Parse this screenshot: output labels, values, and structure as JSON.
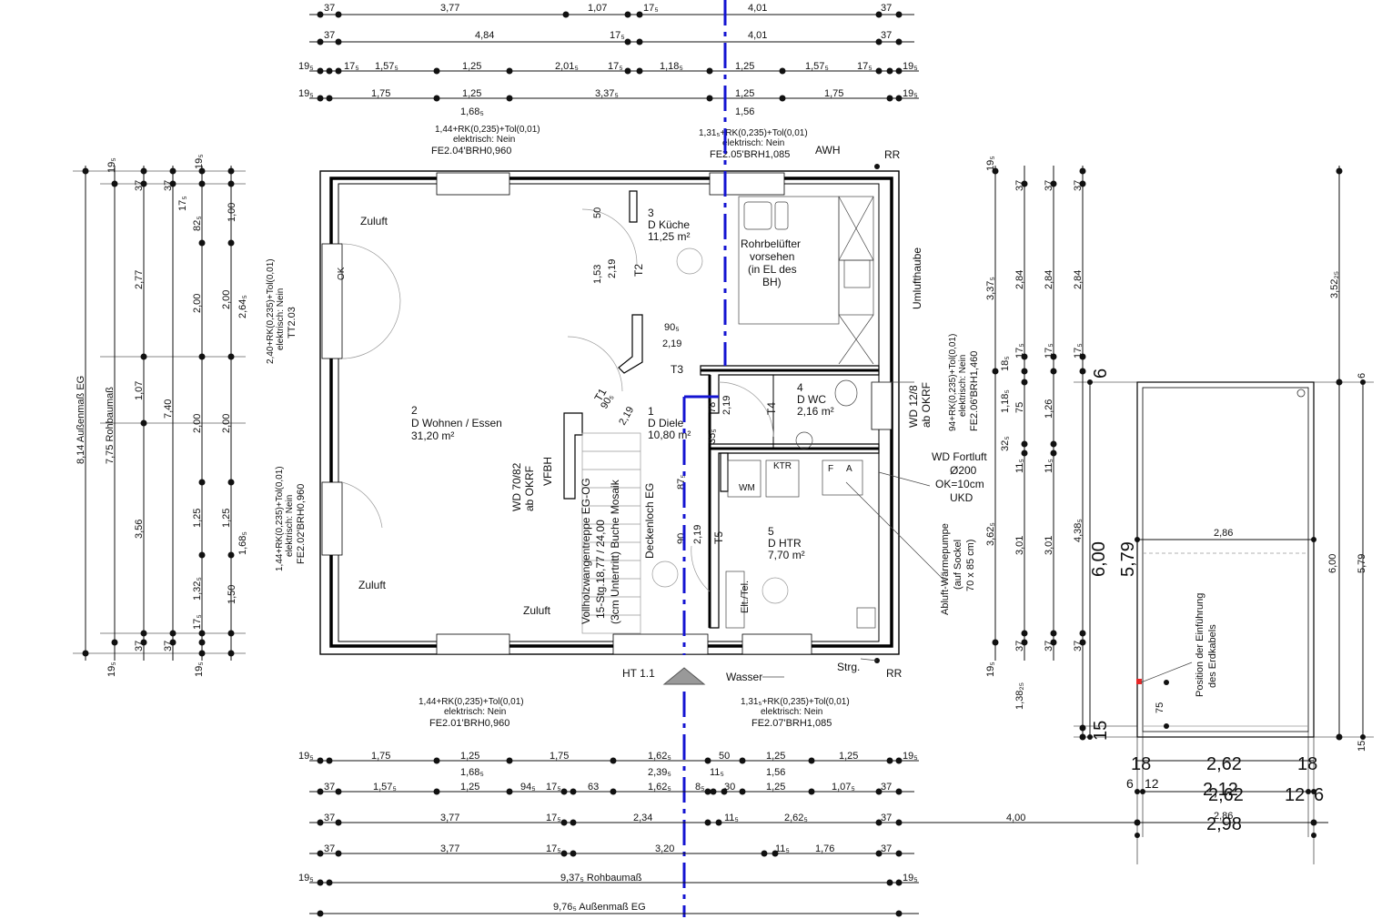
{
  "dims": {
    "top_r1": [
      "37",
      "3,77",
      "1,07",
      "17₅",
      "4,01",
      "37"
    ],
    "top_r2": [
      "37",
      "4,84",
      "17₅",
      "4,01",
      "37"
    ],
    "top_r3": [
      "19₅",
      "17₅",
      "1,57₅",
      "1,25",
      "2,01₅",
      "17₅",
      "1,18₅",
      "1,25",
      "1,57₅",
      "17₅",
      "19₅"
    ],
    "top_r4": [
      "19₅",
      "1,75",
      "1,25",
      "3,37₅",
      "1,25",
      "1,75",
      "19₅"
    ],
    "top_r4_sub": [
      "1,68₅",
      "1,56"
    ],
    "bot_r1": [
      "19₅",
      "1,75",
      "1,25",
      "1,75",
      "1,62₅",
      "50",
      "1,25",
      "1,25",
      "19₅"
    ],
    "bot_r1_sub": [
      "1,68₅",
      "2,39₅",
      "11₅",
      "1,56"
    ],
    "bot_r2": [
      "37",
      "1,57₅",
      "1,25",
      "94₅",
      "17₅",
      "63",
      "1,62₅",
      "8₅",
      "30",
      "1,25",
      "1,07₅",
      "37"
    ],
    "bot_r3": [
      "37",
      "3,77",
      "17₅",
      "2,34",
      "11₅",
      "2,62₅",
      "37",
      "4,00"
    ],
    "bot_r4": [
      "37",
      "3,77",
      "17₅",
      "3,20",
      "11₅",
      "1,76",
      "37"
    ],
    "bot_r5": [
      "19₅",
      "9,37₅ Rohbaumaß",
      "19₅"
    ],
    "bot_r6": [
      "9,76₅ Außenmaß EG"
    ],
    "left_col1": [
      "8,14 Außenmaß EG"
    ],
    "left_col2": [
      "7,75 Rohbaumaß"
    ],
    "left_col3": [
      "2,77",
      "1,07",
      "3,56"
    ],
    "left_col4": [
      "7,40"
    ],
    "left_col5": [
      "1,00",
      "2,00",
      "2,00",
      "1,25",
      "1,50"
    ],
    "left_col6": [
      "2,00",
      "2,64₅",
      "2,00",
      "1,25",
      "1,68₅",
      "1,50"
    ],
    "left_small": [
      "19₅",
      "37",
      "37",
      "17₅",
      "82₅",
      "19₅",
      "1,32₅",
      "17₅",
      "37",
      "37",
      "19₅",
      "19₅"
    ],
    "right_col1": [
      "19₅",
      "37",
      "3,37₅",
      "18₅",
      "1,18₅",
      "32₅",
      "11₅",
      "3,62₅",
      "37",
      "1,38₂₅",
      "19₅"
    ],
    "right_col2": [
      "37",
      "2,84",
      "17₅",
      "75",
      "3,01",
      "37"
    ],
    "right_col3": [
      "37",
      "2,84",
      "17₅",
      "1,26",
      "11₅",
      "3,01",
      "37"
    ],
    "right_col4": [
      "37",
      "2,84",
      "17₅",
      "4,38₅",
      "37"
    ],
    "right_far": [
      "3,52₂₅",
      "6,00",
      "5,79"
    ],
    "shed_big": [
      "6",
      "6,00",
      "5,79",
      "15"
    ],
    "shed_bottom": [
      "18",
      "2,62",
      "18",
      "6",
      "12",
      "2,12",
      "2,62",
      "12",
      "6",
      "2,86",
      "2,98"
    ],
    "shed_inner": [
      "2,86",
      "75",
      "6",
      "15"
    ]
  },
  "rooms": [
    {
      "no": "2",
      "name": "D Wohnen / Essen",
      "area": "31,20 m²"
    },
    {
      "no": "3",
      "name": "D Küche",
      "area": "11,25 m²"
    },
    {
      "no": "1",
      "name": "D Diele",
      "area": "10,80 m²"
    },
    {
      "no": "4",
      "name": "D WC",
      "area": "2,16 m²"
    },
    {
      "no": "5",
      "name": "D HTR",
      "area": "7,70 m²"
    }
  ],
  "windows": {
    "fe204": [
      "1,44+RK(0,235)+Tol(0,01)",
      "elektrisch: Nein",
      "FE2.04'BRH0,960"
    ],
    "fe205": [
      "1,31₅+RK(0,235)+Tol(0,01)",
      "elektrisch: Nein",
      "FE2.05'BRH1,085"
    ],
    "fe201": [
      "1,44+RK(0,235)+Tol(0,01)",
      "elektrisch: Nein",
      "FE2.01'BRH0,960"
    ],
    "fe207": [
      "1,31₅+RK(0,235)+Tol(0,01)",
      "elektrisch: Nein",
      "FE2.07'BRH1,085"
    ],
    "tt203": [
      "2,40+RK(0,235)+Tol(0,01)",
      "elektrisch: Nein",
      "TT2.03"
    ],
    "fe202": [
      "1,44+RK(0,235)+Tol(0,01)",
      "elektrisch: Nein",
      "FE2.02'BRH0,960"
    ],
    "fe206": [
      "94+RK(0,235)+Tol(0,01)",
      "elektrisch: Nein",
      "FE2.06'BRH1,460"
    ]
  },
  "labels": {
    "awh": "AWH",
    "rr_top": "RR",
    "rr_bot": "RR",
    "strg": "Strg.",
    "wasser": "Wasser",
    "ht": "HT 1.1",
    "zuluft1": "Zuluft",
    "zuluft2": "Zuluft",
    "zuluft3": "Zuluft",
    "umluft": "Umlufthaube",
    "rohr": [
      "Rohrbelüfter",
      "vorsehen",
      "(in EL des",
      "BH)"
    ],
    "wd128": [
      "WD 12/8",
      "ab OKRF"
    ],
    "fortluft": [
      "WD Fortluft",
      "Ø200",
      "OK=10cm",
      "UKD"
    ],
    "abluft": [
      "Abluft-Wärmepumpe",
      "(auf Sockel",
      "70 x 85 cm)"
    ],
    "wd7082": [
      "WD 70/82",
      "ab OKRF"
    ],
    "vfbh": "VFBH",
    "treppe": [
      "Vollholzwangentreppe EG-OG",
      "15-Stg.18,77 / 24,00",
      "(3cm Untertritt) Buche Mosaik"
    ],
    "deckenloch": "Deckenloch EG",
    "elt": "Elt./Tel.",
    "t1": "T1",
    "t2": "T2",
    "t3": "T3",
    "t4": "T4",
    "t5": "T5",
    "wm": "WM",
    "ktr": "KTR",
    "tr_f": "F",
    "tr_a": "A",
    "ok": "OK",
    "inner_dims": [
      "50",
      "1,53",
      "2,19",
      "90₅",
      "2,19",
      "90₅",
      "2,19",
      "78",
      "2,19",
      "35₅",
      "87₅",
      "90",
      "2,19"
    ],
    "erdkabel": [
      "Position der Einführung",
      "des Erdkabels"
    ]
  }
}
